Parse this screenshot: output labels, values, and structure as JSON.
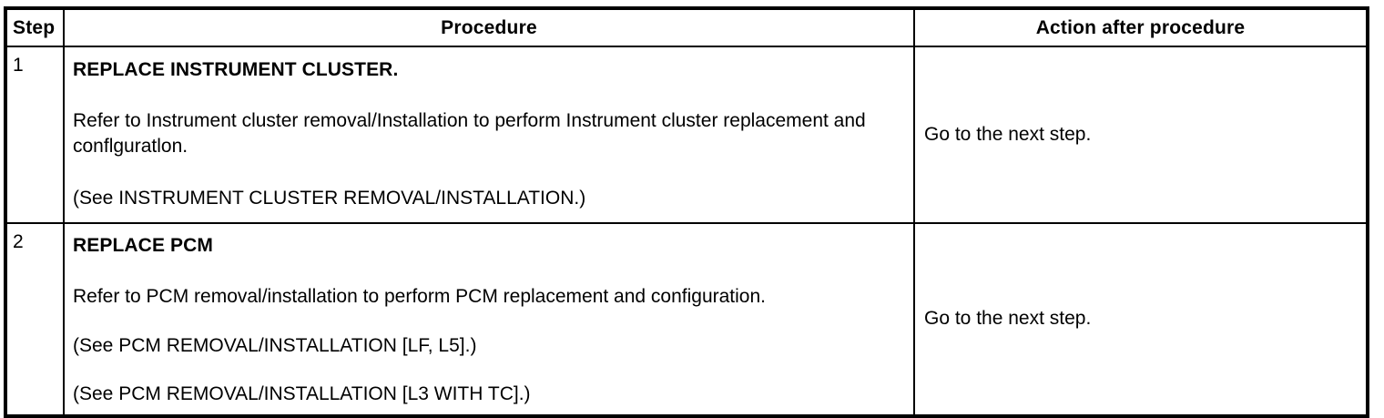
{
  "table": {
    "headers": {
      "step": "Step",
      "procedure": "Procedure",
      "action": "Action after procedure"
    },
    "rows": [
      {
        "step": "1",
        "procedure": {
          "title": "REPLACE INSTRUMENT CLUSTER.",
          "body": "Refer to Instrument cluster removal/Installation to perform Instrument cluster replacement and conflguratlon.",
          "see": "(See INSTRUMENT CLUSTER REMOVAL/INSTALLATION.)"
        },
        "action": "Go to the next step."
      },
      {
        "step": "2",
        "procedure": {
          "title": "REPLACE PCM",
          "body": "Refer to PCM removal/installation to perform PCM replacement and configuration.",
          "see1": "(See PCM REMOVAL/INSTALLATION [LF, L5].)",
          "see2": "(See PCM REMOVAL/INSTALLATION [L3 WITH TC].)"
        },
        "action": "Go to the next step."
      }
    ]
  },
  "colors": {
    "border": "#000000",
    "text": "#000000",
    "background": "#ffffff"
  }
}
